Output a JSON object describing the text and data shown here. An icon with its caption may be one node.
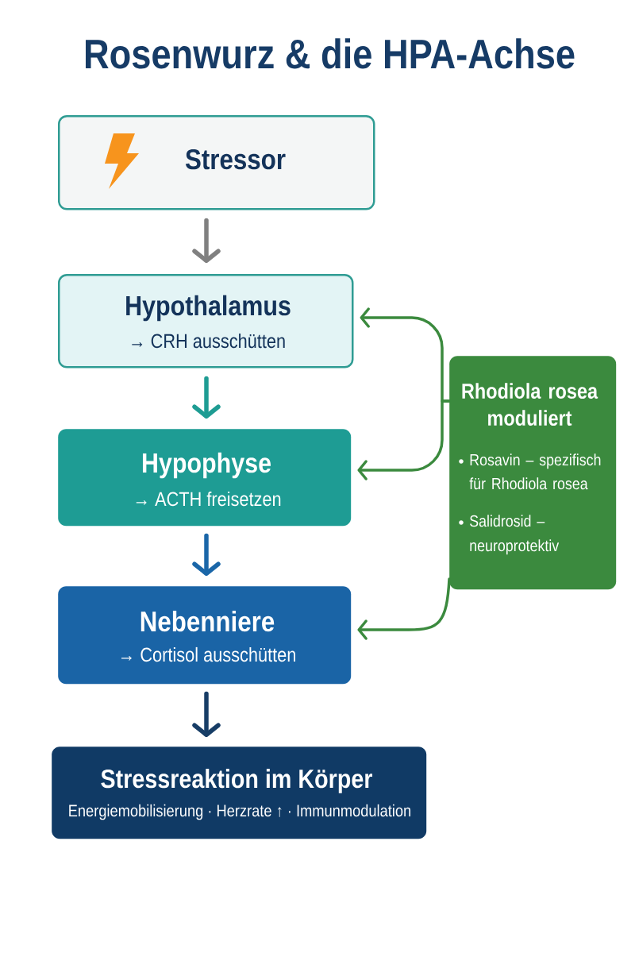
{
  "diagram": {
    "title": "Rosenwurz & die HPA-Achse",
    "nodes": [
      {
        "text": [
          "Stressor"
        ]
      },
      {
        "text": [
          "Hypothalamus",
          "→ CRH ausschütten"
        ]
      },
      {
        "text": [
          "Hypophyse",
          "→ ACTH freisetzen"
        ]
      },
      {
        "text": [
          "Nebenniere",
          "→ Cortisol ausschütten"
        ]
      },
      {
        "text": [
          "Stressreaktion im Körper",
          "Energiemobilisierung · Herzrate ↑ · Immunmodulation"
        ]
      },
      {
        "text": [
          "Rhodiola rosea moduliert",
          "Rosavin – spezifisch für Rhodiola rosea",
          "Salidrosid – neuroprotektiv"
        ]
      }
    ],
    "edges": [
      {
        "from": 0,
        "to": 1,
        "arrow": "to",
        "color": "#808080"
      },
      {
        "from": 1,
        "to": 2,
        "arrow": "to",
        "color": "#1e9c93"
      },
      {
        "from": 2,
        "to": 3,
        "arrow": "to",
        "color": "#1a66a8"
      },
      {
        "from": 3,
        "to": 4,
        "arrow": "to",
        "color": "#173d66"
      },
      {
        "from": 5,
        "to": 1,
        "arrow": "to",
        "color": "#3b8a3e"
      },
      {
        "from": 5,
        "to": 2,
        "arrow": "to",
        "color": "#3b8a3e"
      },
      {
        "from": 5,
        "to": 3,
        "arrow": "to",
        "color": "#3b8a3e"
      }
    ]
  }
}
